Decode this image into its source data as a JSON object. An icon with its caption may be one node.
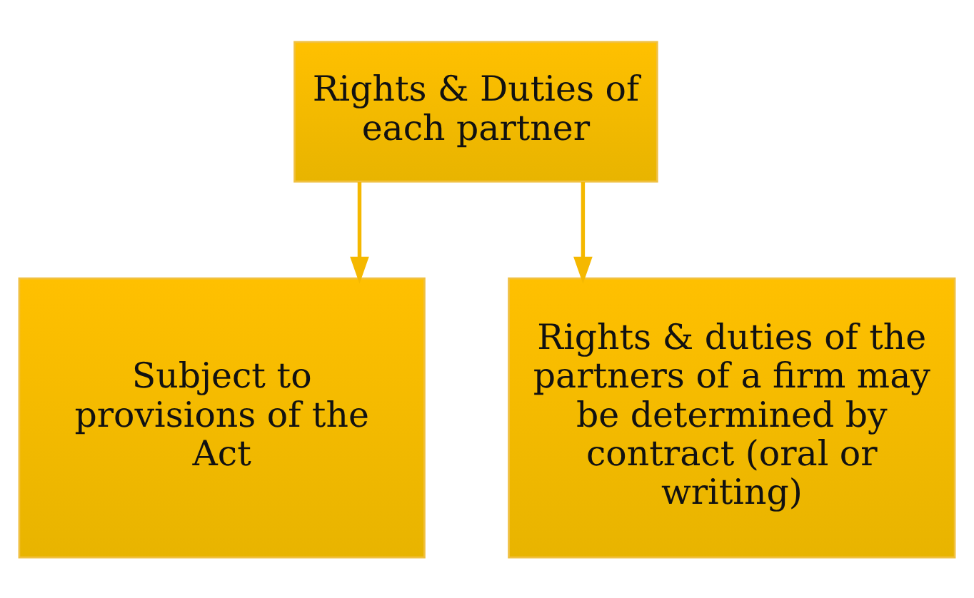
{
  "diagram": {
    "nodes": [
      {
        "text": [
          "Rights & Duties of each partner"
        ]
      },
      {
        "text": [
          "Subject to provisions of the Act"
        ]
      },
      {
        "text": [
          "Rights & duties of the partners of a firm may be determined by contract (oral or writing)"
        ]
      }
    ],
    "edges": [
      {
        "from": 0,
        "to": 1,
        "arrow": "to"
      },
      {
        "from": 0,
        "to": 2,
        "arrow": "to"
      }
    ]
  }
}
